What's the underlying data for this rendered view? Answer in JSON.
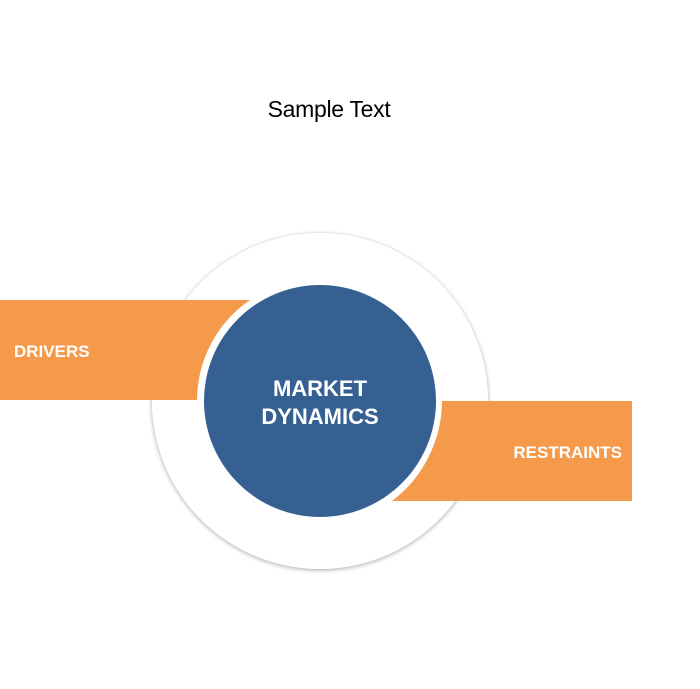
{
  "title": "Sample Text",
  "center_label": [
    "MARKET",
    "DYNAMICS"
  ],
  "left_label": "DRIVERS",
  "right_label": "RESTRAINTS",
  "colors": {
    "accent_orange": "#F59A4A",
    "center_blue": "#366092",
    "ring_white": "#FFFFFF",
    "ring_shadow": "#D9D9D9"
  }
}
